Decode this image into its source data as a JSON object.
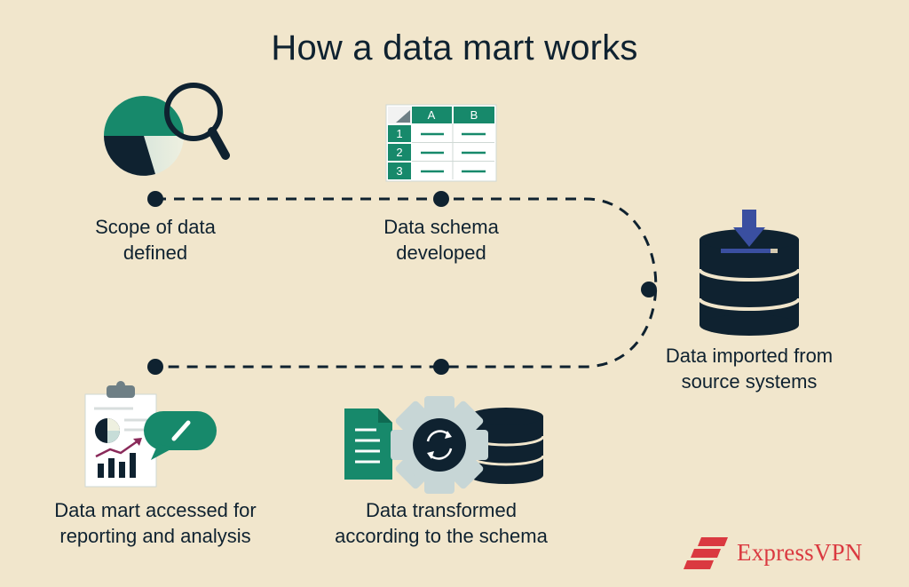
{
  "title": "How a data mart works",
  "steps": [
    {
      "line1": "Scope of data",
      "line2": "defined"
    },
    {
      "line1": "Data schema",
      "line2": "developed"
    },
    {
      "line1": "Data imported from",
      "line2": "source systems"
    },
    {
      "line1": "Data transformed",
      "line2": "according to the schema"
    },
    {
      "line1": "Data mart accessed for",
      "line2": "reporting and analysis"
    }
  ],
  "schema_table": {
    "columns": [
      "A",
      "B"
    ],
    "rows": [
      "1",
      "2",
      "3"
    ]
  },
  "brand": "ExpressVPN",
  "colors": {
    "background": "#f1e6cc",
    "navy": "#0f2230",
    "green": "#17896b",
    "blue": "#3a4fa0",
    "brand_red": "#da3940"
  },
  "icons": [
    "pie-chart-icon",
    "magnifier-icon",
    "spreadsheet-icon",
    "database-import-icon",
    "document-icon",
    "gear-sync-icon",
    "database-icon",
    "report-clipboard-icon",
    "chat-edit-icon"
  ]
}
